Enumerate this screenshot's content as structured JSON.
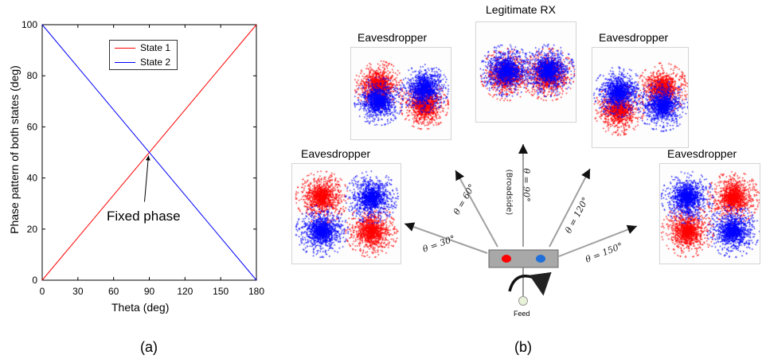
{
  "panel_a": {
    "caption": "(a)",
    "chart_data": {
      "type": "line",
      "xlabel": "Theta (deg)",
      "ylabel": "Phase pattern of both states (deg)",
      "xlim": [
        0,
        180
      ],
      "ylim": [
        0,
        100
      ],
      "xticks": [
        "0",
        "30",
        "60",
        "90",
        "120",
        "150",
        "180"
      ],
      "yticks": [
        "0",
        "20",
        "40",
        "60",
        "80",
        "100"
      ],
      "legend_placement": "top-center",
      "series": [
        {
          "name": "State 1",
          "color": "#ff0000",
          "x": [
            0,
            180
          ],
          "y": [
            0,
            100
          ]
        },
        {
          "name": "State 2",
          "color": "#0000ff",
          "x": [
            0,
            180
          ],
          "y": [
            100,
            0
          ]
        }
      ],
      "annotation": {
        "text": "Fixed phase",
        "point": [
          90,
          50
        ]
      }
    }
  },
  "panel_b": {
    "caption": "(b)",
    "receivers": [
      {
        "title": "Eavesdropper",
        "angle": "θ = 30°",
        "pattern": "rb-over-rb"
      },
      {
        "title": "Eavesdropper",
        "angle": "θ = 60°",
        "pattern": "overlap-rb-br"
      },
      {
        "title": "Legitimate RX",
        "angle": "θ = 90°",
        "note": "(Broadside)",
        "pattern": "overlap-both"
      },
      {
        "title": "Eavesdropper",
        "angle": "θ = 120°",
        "pattern": "overlap-br-rb"
      },
      {
        "title": "Eavesdropper",
        "angle": "θ = 150°",
        "pattern": "br-over-br"
      }
    ],
    "feed_label": "Feed",
    "colors": {
      "state1": "#ff0000",
      "state2": "#0000ff",
      "antenna": "#a8a8a8",
      "arrow": "#a0a0a0"
    }
  }
}
